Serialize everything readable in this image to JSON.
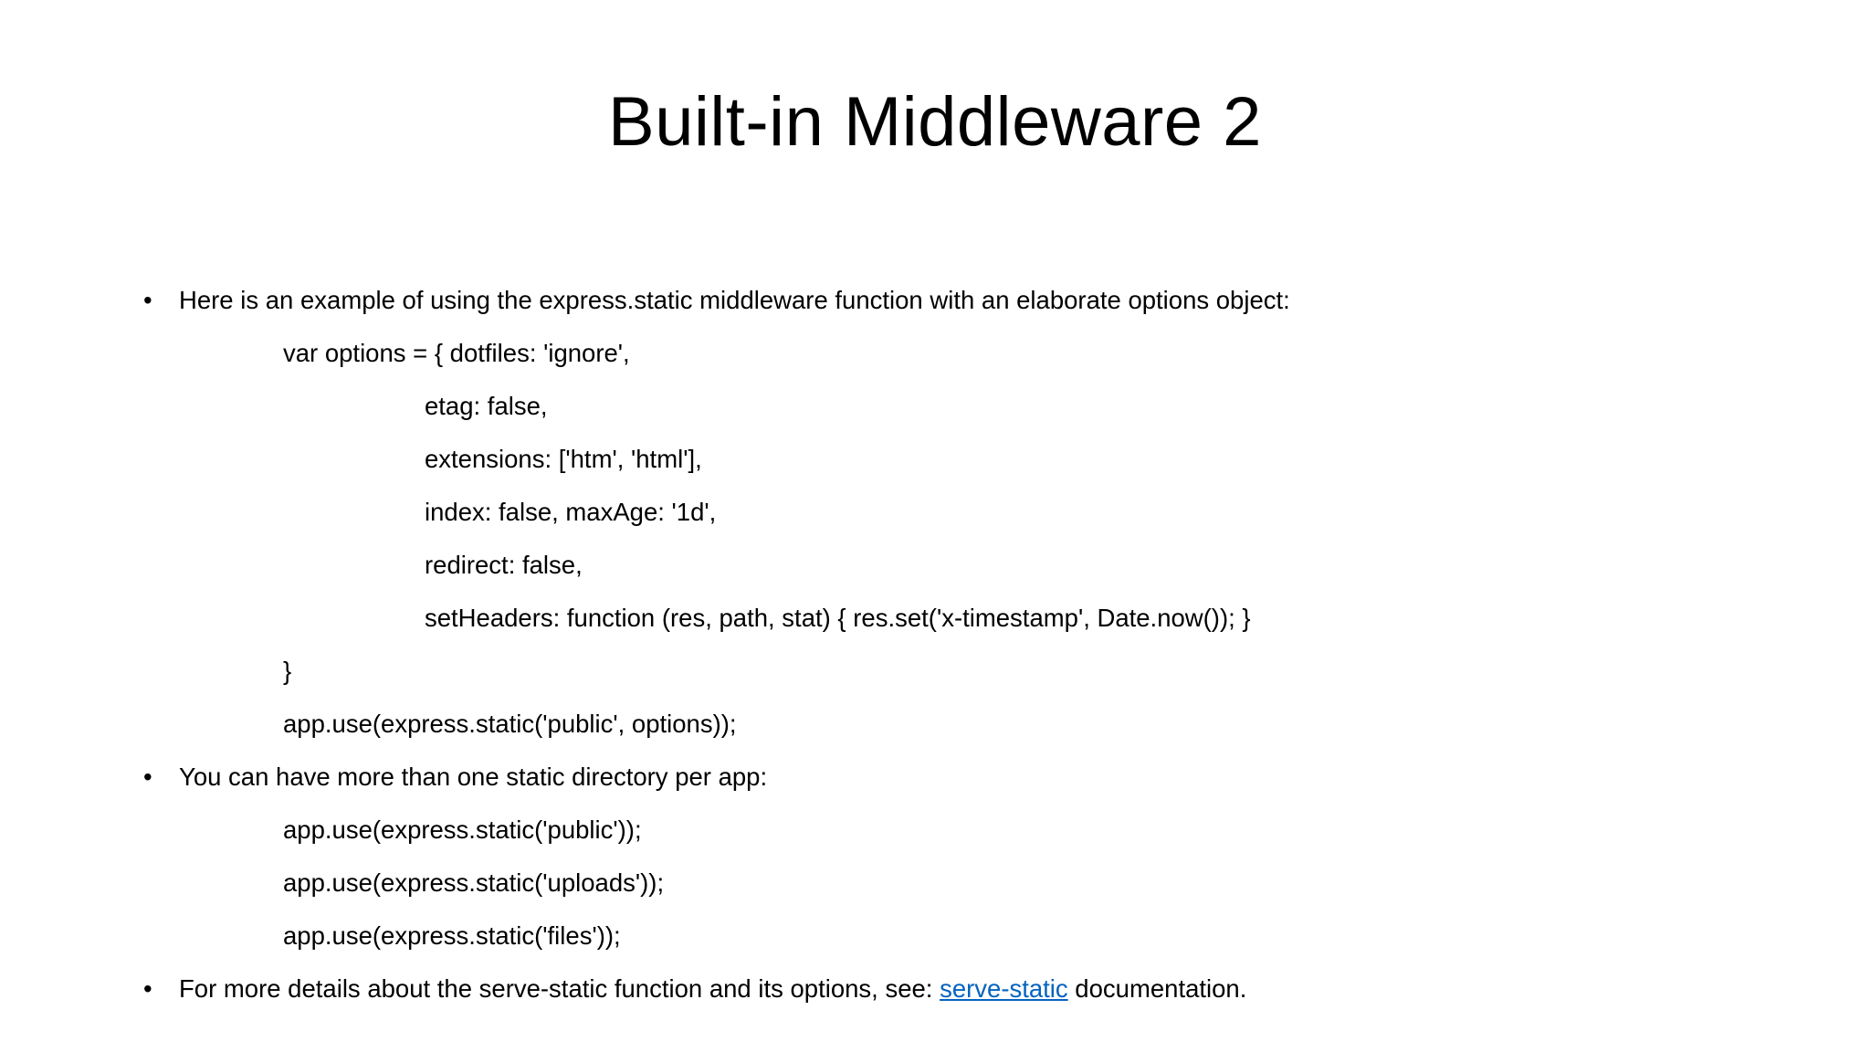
{
  "slide": {
    "title": "Built-in Middleware 2",
    "background_color": "#FFFFFF",
    "text_color": "#000000",
    "link_color": "#0563C1",
    "bullet_glyph": "•"
  },
  "content": {
    "bullet1": {
      "text": "Here is an example of using the express.static middleware function with an elaborate options object:"
    },
    "code1": [
      {
        "indent": 1,
        "text": "var options = { dotfiles: 'ignore',"
      },
      {
        "indent": 2,
        "text": "etag: false,"
      },
      {
        "indent": 2,
        "text": "extensions: ['htm', 'html'],"
      },
      {
        "indent": 2,
        "text": "index: false, maxAge: '1d',"
      },
      {
        "indent": 2,
        "text": "redirect: false,"
      },
      {
        "indent": 2,
        "text": "setHeaders: function (res, path, stat) { res.set('x-timestamp', Date.now()); }"
      },
      {
        "indent": 1,
        "text": "}"
      },
      {
        "indent": 1,
        "text": "app.use(express.static('public', options));"
      }
    ],
    "bullet2": {
      "text": "You can have more than one static directory per app:"
    },
    "code2": [
      {
        "indent": 1,
        "text": "app.use(express.static('public'));"
      },
      {
        "indent": 1,
        "text": "app.use(express.static('uploads'));"
      },
      {
        "indent": 1,
        "text": "app.use(express.static('files'));"
      }
    ],
    "bullet3": {
      "prefix": "For more details about the serve-static function and its options, see: ",
      "link_text": "serve-static",
      "suffix": " documentation."
    }
  }
}
